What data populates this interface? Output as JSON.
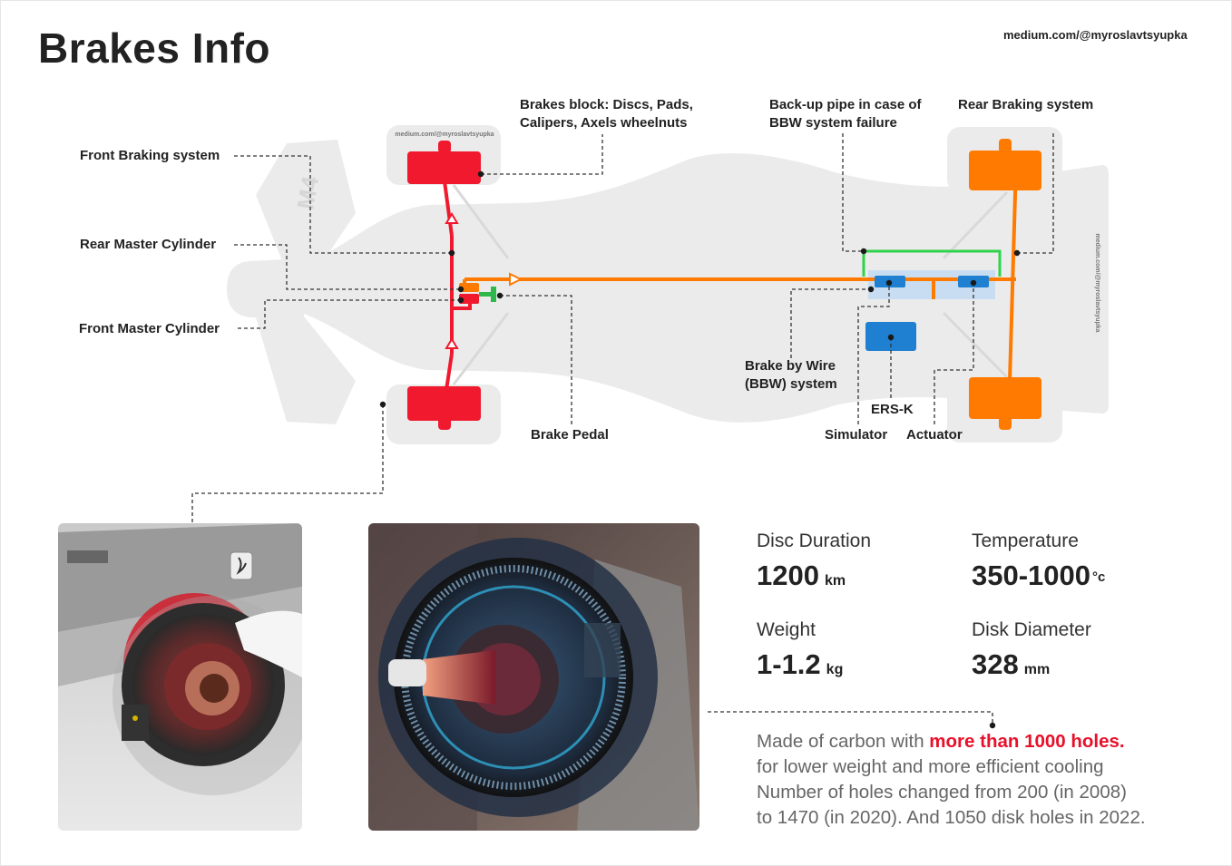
{
  "title": "Brakes Info",
  "credit": "medium.com/@myroslavtsyupka",
  "car_watermark": "medium.com/@myroslavtsyupka",
  "labels": {
    "front_braking": "Front Braking system",
    "rear_master": "Rear Master Cylinder",
    "front_master": "Front Master Cylinder",
    "brakes_block": "Brakes block: Discs, Pads,\nCalipers, Axels wheelnuts",
    "backup_pipe": "Back-up pipe in case of\nBBW system failure",
    "rear_braking": "Rear Braking system",
    "bbw": "Brake by Wire\n(BBW) system",
    "ersk": "ERS-K",
    "simulator": "Simulator",
    "actuator": "Actuator",
    "brake_pedal": "Brake Pedal"
  },
  "stats": {
    "disc_duration": {
      "label": "Disc Duration",
      "value": "1200",
      "unit": "km"
    },
    "temperature": {
      "label": "Temperature",
      "value": "350-1000",
      "unit": "°c"
    },
    "weight": {
      "label": "Weight",
      "value": "1-1.2",
      "unit": "kg"
    },
    "disk_diameter": {
      "label": "Disk Diameter",
      "value": "328",
      "unit": "mm"
    }
  },
  "description": {
    "prefix": "Made of carbon with ",
    "highlight": "more than 1000 holes.",
    "line2": "for lower weight and more efficient cooling",
    "line3": "Number of holes changed from 200 (in 2008)",
    "line4": "to 1470 (in 2020). And 1050 disk holes in 2022."
  },
  "colors": {
    "front": "#f0192e",
    "rear": "#ff7a00",
    "backup": "#2fd34a",
    "bbw": "#1f7fd0",
    "car": "#ebebeb",
    "highlight": "#e8102a"
  }
}
